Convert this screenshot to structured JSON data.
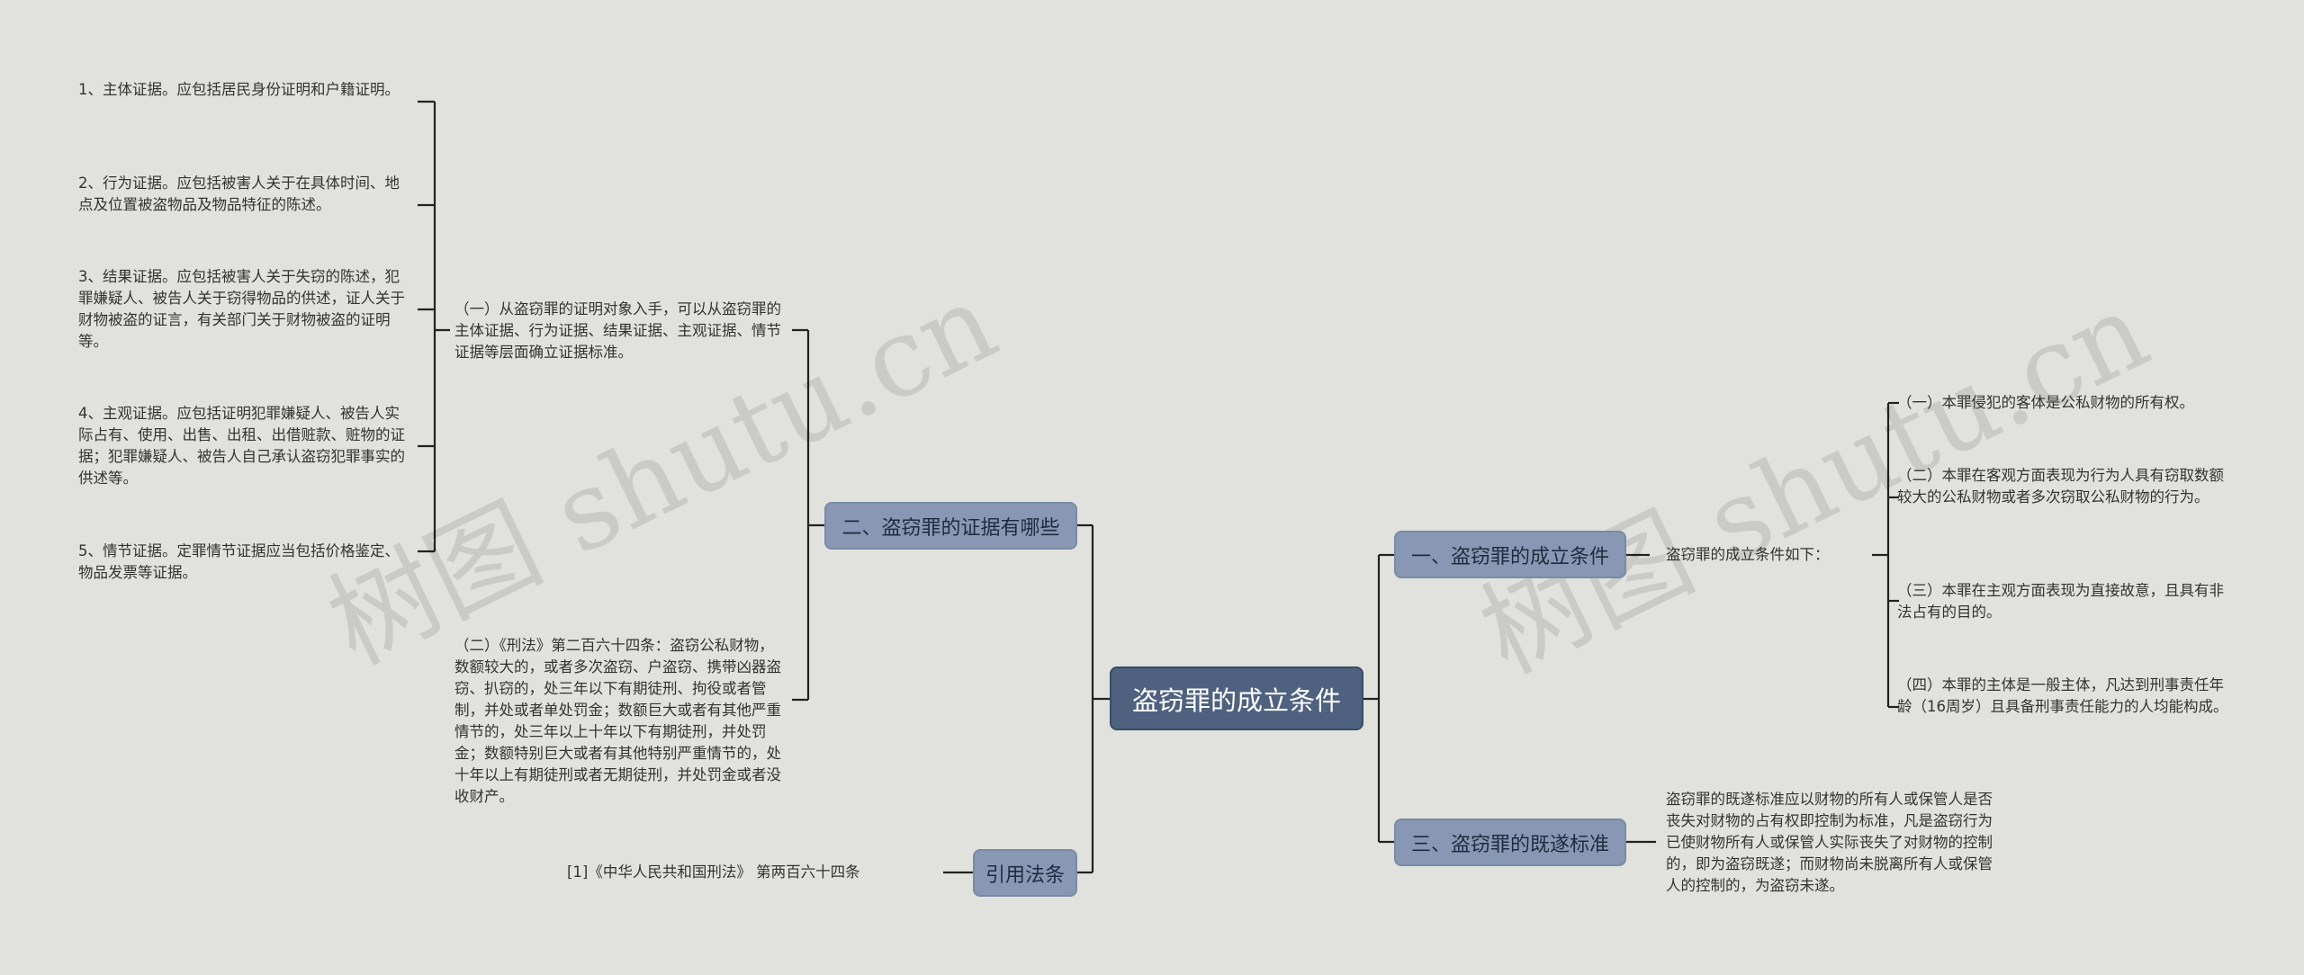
{
  "root": {
    "label": "盗窃罪的成立条件"
  },
  "branches": {
    "evidence": {
      "label": "二、盗窃罪的证据有哪些",
      "sub1": {
        "text": "（一）从盗窃罪的证明对象入手，可以从盗窃罪的主体证据、行为证据、结果证据、主观证据、情节证据等层面确立证据标准。",
        "items": [
          "1、主体证据。应包括居民身份证明和户籍证明。",
          "2、行为证据。应包括被害人关于在具体时间、地点及位置被盗物品及物品特征的陈述。",
          "3、结果证据。应包括被害人关于失窃的陈述，犯罪嫌疑人、被告人关于窃得物品的供述，证人关于财物被盗的证言，有关部门关于财物被盗的证明等。",
          "4、主观证据。应包括证明犯罪嫌疑人、被告人实际占有、使用、出售、出租、出借赃款、赃物的证据；犯罪嫌疑人、被告人自己承认盗窃犯罪事实的供述等。",
          "5、情节证据。定罪情节证据应当包括价格鉴定、物品发票等证据。"
        ]
      },
      "sub2": {
        "text": "（二）《刑法》第二百六十四条：盗窃公私财物，数额较大的，或者多次盗窃、户盗窃、携带凶器盗窃、扒窃的，处三年以下有期徒刑、拘役或者管制，并处或者单处罚金；数额巨大或者有其他严重情节的，处三年以上十年以下有期徒刑，并处罚金；数额特别巨大或者有其他特别严重情节的，处十年以上有期徒刑或者无期徒刑，并处罚金或者没收财产。"
      }
    },
    "law": {
      "label": "引用法条",
      "ref": "[1]《中华人民共和国刑法》 第两百六十四条"
    },
    "conditions": {
      "label": "一、盗窃罪的成立条件",
      "intro": "盗窃罪的成立条件如下：",
      "items": [
        "（一）本罪侵犯的客体是公私财物的所有权。",
        "（二）本罪在客观方面表现为行为人具有窃取数额较大的公私财物或者多次窃取公私财物的行为。",
        "（三）本罪在主观方面表现为直接故意，且具有非法占有的目的。",
        "（四）本罪的主体是一般主体，凡达到刑事责任年龄（16周岁）且具备刑事责任能力的人均能构成。"
      ]
    },
    "standard": {
      "label": "三、盗窃罪的既遂标准",
      "text": "盗窃罪的既遂标准应以财物的所有人或保管人是否丧失对财物的占有权即控制为标准，凡是盗窃行为已使财物所有人或保管人实际丧失了对财物的控制的，即为盗窃既遂；而财物尚未脱离所有人或保管人的控制的，为盗窃未遂。"
    }
  },
  "watermark": "树图 shutu.cn",
  "colors": {
    "background": "#e1e2dd",
    "root": "#4e6280",
    "branch": "#8898b4",
    "line": "#222222"
  }
}
